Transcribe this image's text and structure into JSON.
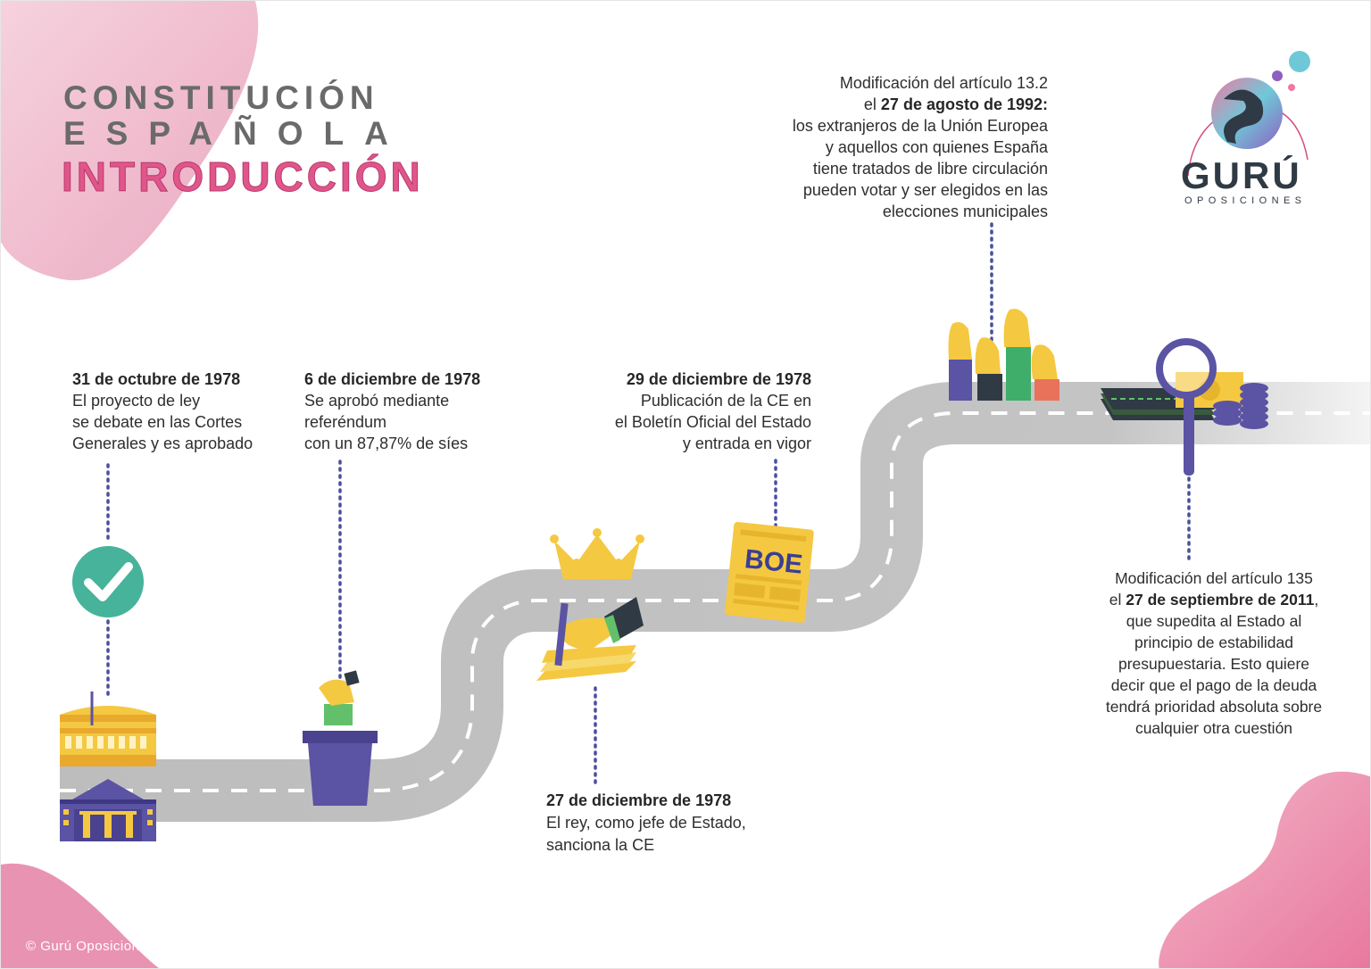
{
  "title": {
    "line1": "CONSTITUCIÓN",
    "line2": "ESPAÑOLA",
    "line3": "INTRODUCCIÓN"
  },
  "brand": {
    "name": "GURÚ",
    "sub": "OPOSICIONES"
  },
  "events": [
    {
      "date": "31 de octubre de 1978",
      "lines": [
        "El proyecto de ley",
        "se debate en las Cortes",
        "Generales y es aprobado"
      ]
    },
    {
      "date": "6 de diciembre de 1978",
      "lines": [
        "Se aprobó mediante",
        "referéndum",
        "con un 87,87% de síes"
      ]
    },
    {
      "date": "27 de diciembre de 1978",
      "lines": [
        "El rey, como jefe de Estado,",
        "sanciona la CE"
      ]
    },
    {
      "date": "29 de diciembre de 1978",
      "lines": [
        "Publicación de la CE en",
        "el Boletín Oficial del Estado",
        "y entrada en vigor"
      ]
    },
    {
      "pre1": "Modificación del artículo 13.2",
      "pre2": "el ",
      "date": "27 de agosto de 1992:",
      "lines": [
        "los extranjeros de la Unión Europea",
        "y aquellos con quienes España",
        "tiene tratados de libre circulación",
        "pueden votar y ser elegidos en las",
        "elecciones municipales"
      ]
    },
    {
      "pre1": "Modificación del artículo 135",
      "pre2": "el ",
      "date": "27 de septiembre de 2011",
      "post": ",",
      "lines": [
        "que supedita al Estado al",
        "principio de estabilidad",
        "presupuestaria. Esto quiere",
        "decir que el pago de la deuda",
        "tendrá prioridad absoluta sobre",
        "cualquier otra cuestión"
      ]
    }
  ],
  "boe_label": "BOE",
  "copyright": "© Gurú Oposiciones",
  "colors": {
    "pink": "#e0568b",
    "pink_light": "#f2c4d4",
    "road": "#b9b9b9",
    "purple": "#5b53a3",
    "yellow": "#f7d23e",
    "green_check": "#46b39a",
    "dots": "#4a4f9e"
  }
}
